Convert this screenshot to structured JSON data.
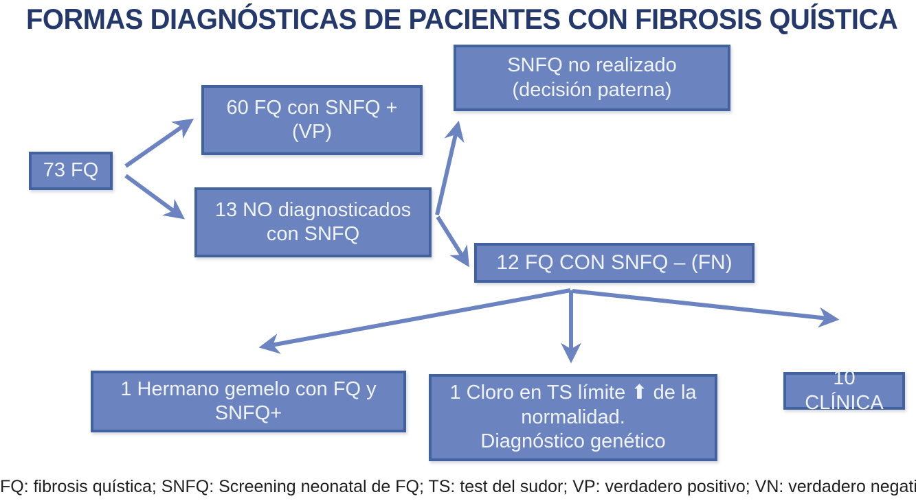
{
  "title": "FORMAS DIAGNÓSTICAS DE PACIENTES CON FIBROSIS QUÍSTICA",
  "boxes": {
    "total": {
      "label": "73 FQ"
    },
    "vp": {
      "label": "60 FQ con SNFQ +\n(VP)"
    },
    "not_diagnosed": {
      "label": "13 NO diagnosticados\ncon SNFQ"
    },
    "not_performed": {
      "label": "SNFQ no realizado\n(decisión paterna)"
    },
    "fn": {
      "label": "12 FQ CON SNFQ – (FN)"
    },
    "twin": {
      "label": "1 Hermano gemelo con FQ y\nSNFQ+"
    },
    "chloride": {
      "label": "1 Cloro en TS límite ⬆ de la\nnormalidad.\nDiagnóstico genético"
    },
    "clinical": {
      "label": "10 CLÍNICA"
    }
  },
  "footer": "FQ: fibrosis quística; SNFQ: Screening neonatal de FQ; TS: test del sudor; VP: verdadero positivo; VN: verdadero negativo.",
  "icons": {
    "up_arrow_in_chloride_box": "⬆"
  },
  "colors": {
    "box_fill": "#6b83bf",
    "box_border": "#42619f",
    "box_text": "#f0f3f9",
    "arrow": "#6b84c1",
    "title_text": "#24386b",
    "footer_text": "#1f1f1f",
    "background": "#ffffff"
  }
}
